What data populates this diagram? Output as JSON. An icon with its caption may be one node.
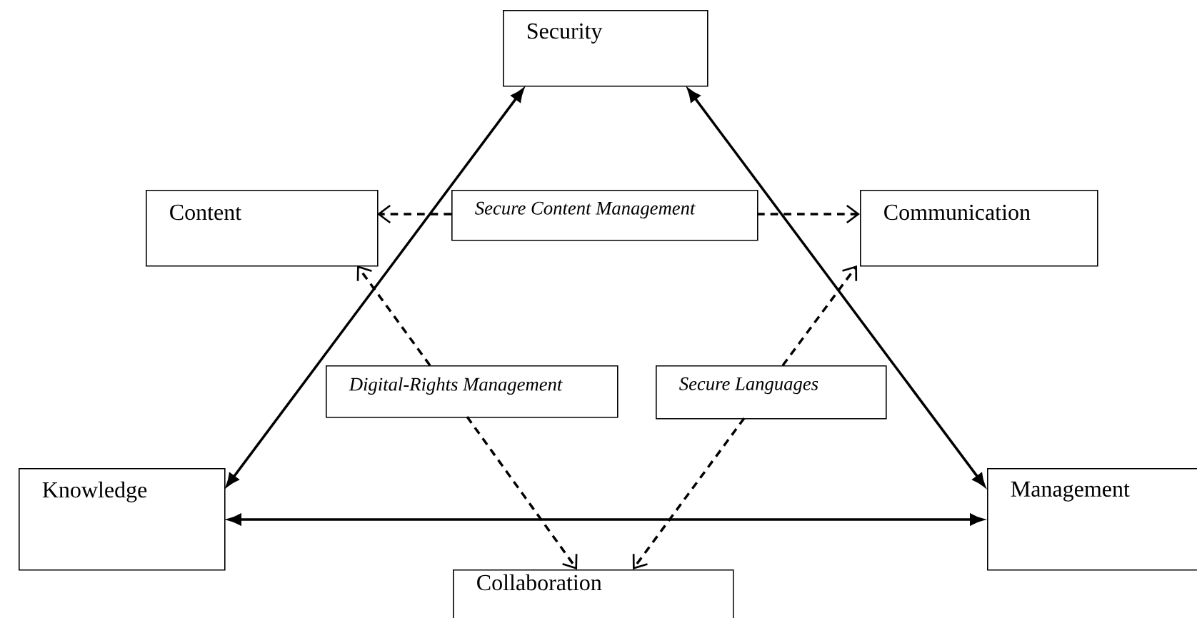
{
  "diagram": {
    "nodes": [
      {
        "text": [
          "Security"
        ]
      },
      {
        "text": [
          "Content"
        ]
      },
      {
        "text": [
          "*Secure Content Management*"
        ]
      },
      {
        "text": [
          "Communication"
        ]
      },
      {
        "text": [
          "*Digital-Rights Management*"
        ]
      },
      {
        "text": [
          "*Secure Languages*"
        ]
      },
      {
        "text": [
          "Knowledge"
        ]
      },
      {
        "text": [
          "Management"
        ]
      },
      {
        "text": [
          "Collaboration"
        ]
      }
    ],
    "edges": [
      {
        "from": 6,
        "to": 0,
        "arrow": "both"
      },
      {
        "from": 7,
        "to": 0,
        "arrow": "both"
      },
      {
        "from": 6,
        "to": 7,
        "arrow": "both"
      },
      {
        "from": 2,
        "to": 1,
        "arrow": "to",
        "style": "dashed"
      },
      {
        "from": 2,
        "to": 3,
        "arrow": "to",
        "style": "dashed"
      },
      {
        "from": 4,
        "to": 1,
        "arrow": "to",
        "style": "dashed"
      },
      {
        "from": 4,
        "to": 8,
        "arrow": "to",
        "style": "dashed"
      },
      {
        "from": 5,
        "to": 3,
        "arrow": "to",
        "style": "dashed"
      },
      {
        "from": 5,
        "to": 8,
        "arrow": "to",
        "style": "dashed"
      }
    ]
  }
}
